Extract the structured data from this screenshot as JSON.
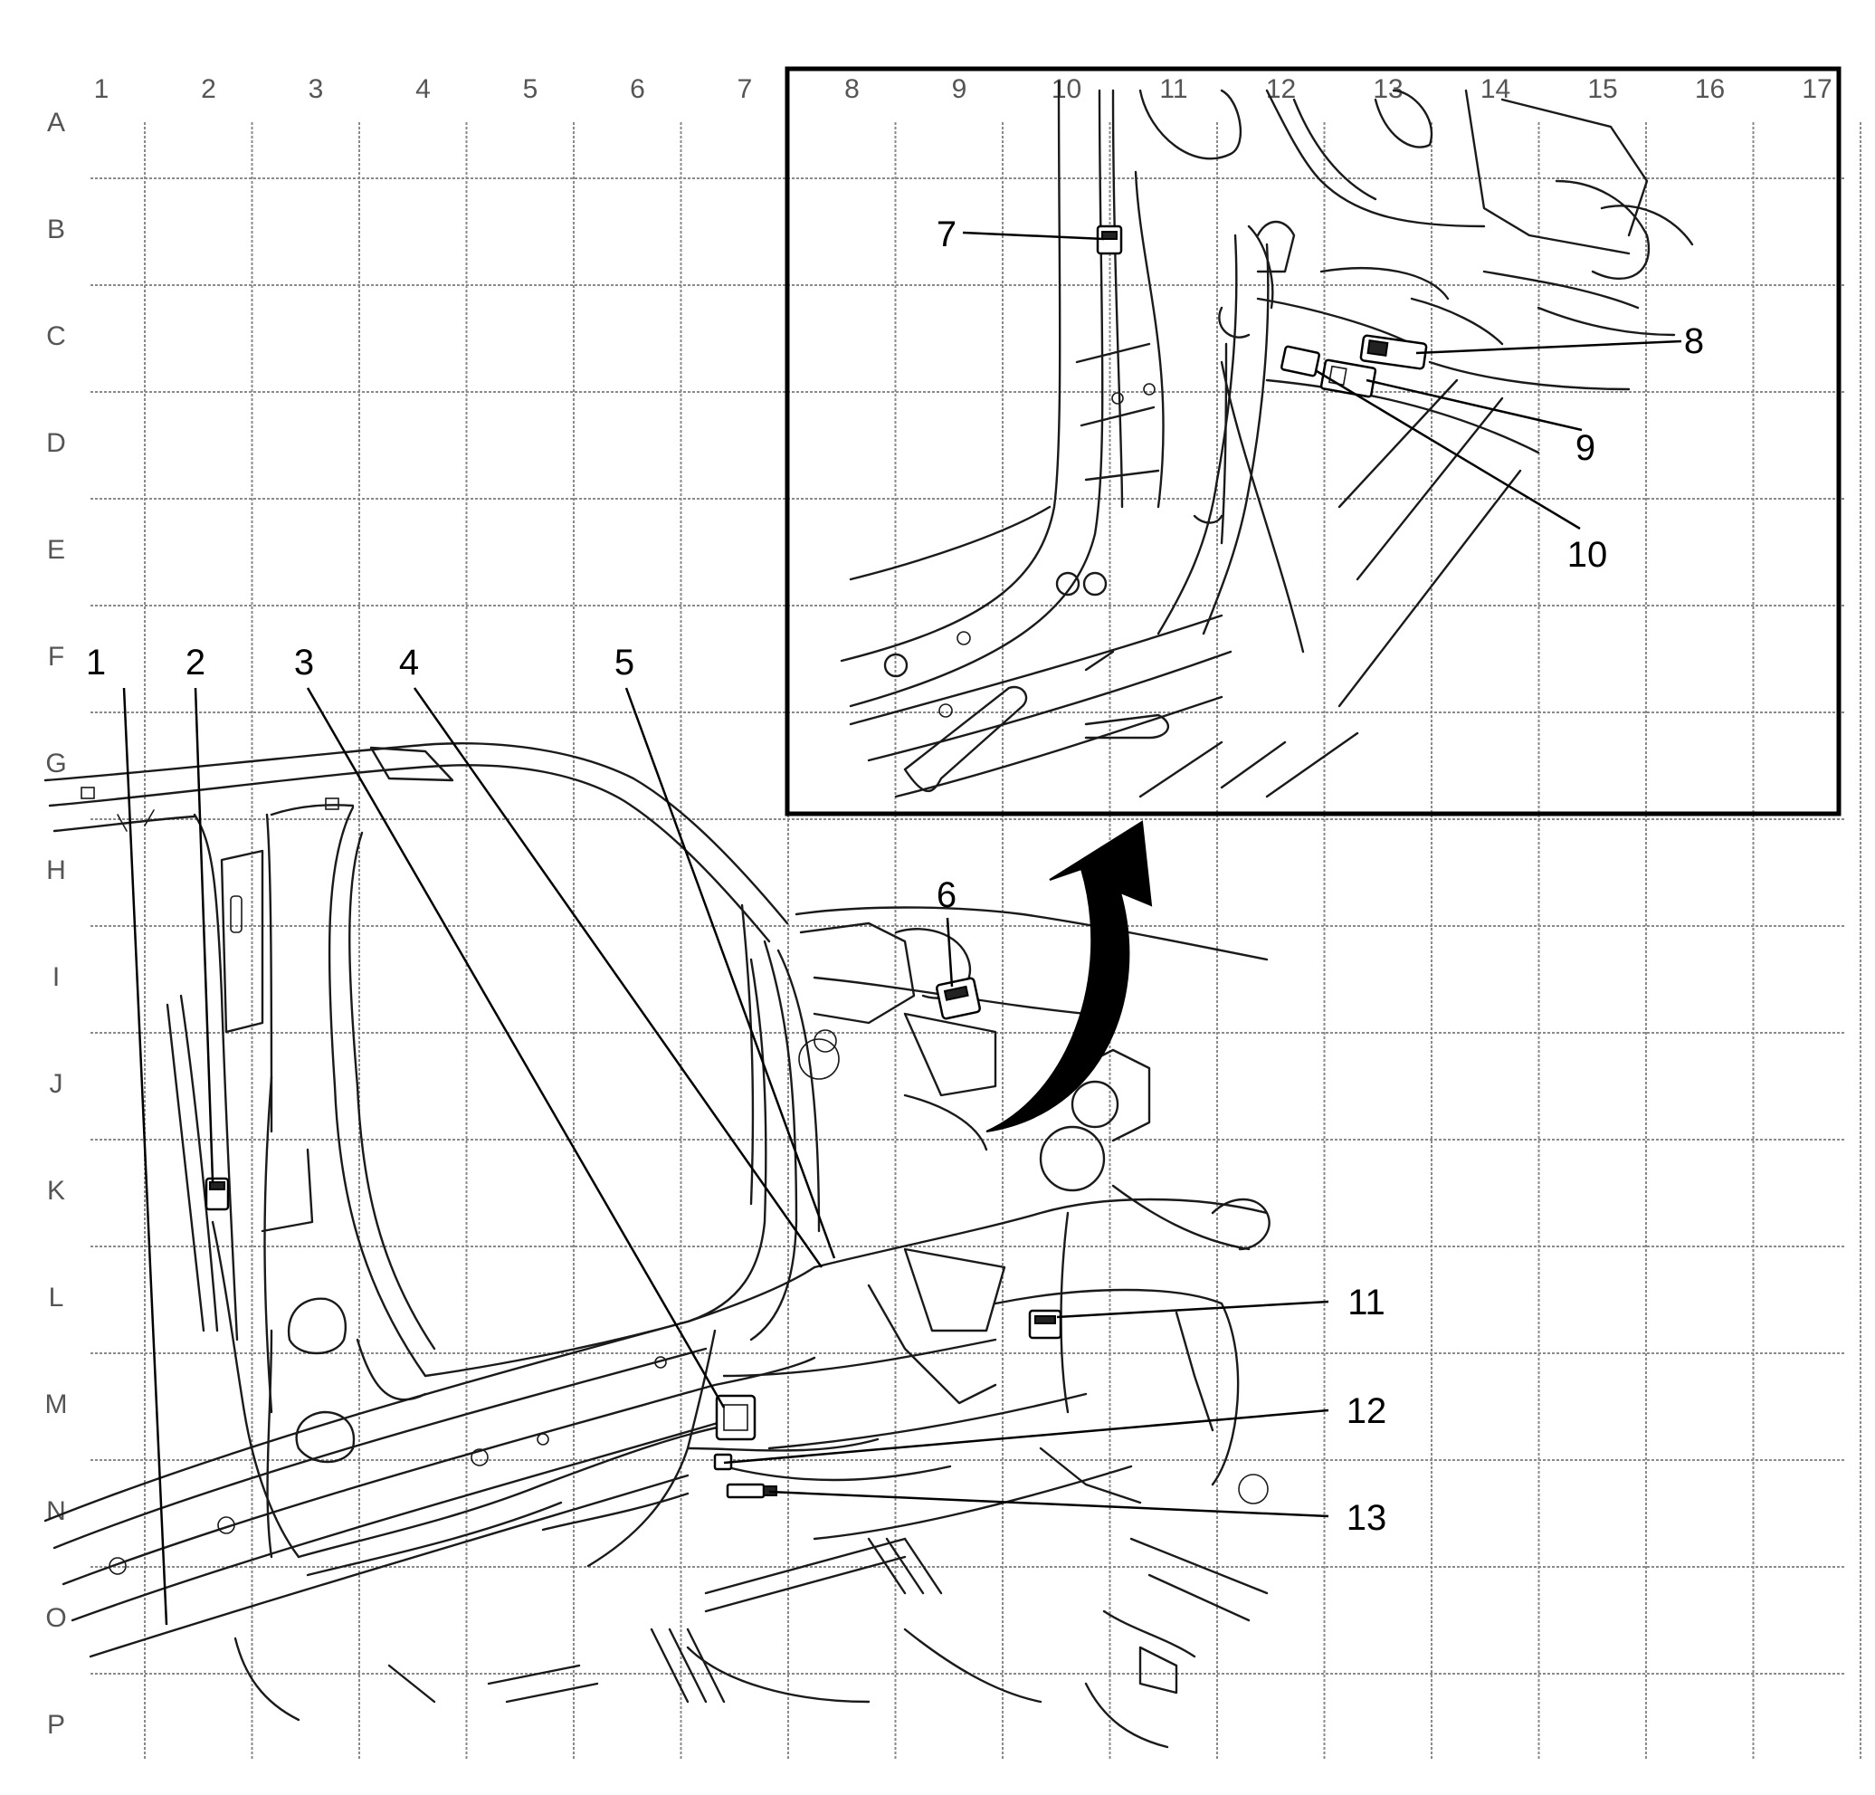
{
  "grid": {
    "columns": [
      "1",
      "2",
      "3",
      "4",
      "5",
      "6",
      "7",
      "8",
      "9",
      "10",
      "11",
      "12",
      "13",
      "14",
      "15",
      "16",
      "17"
    ],
    "rows": [
      "A",
      "B",
      "C",
      "D",
      "E",
      "F",
      "G",
      "H",
      "I",
      "J",
      "K",
      "L",
      "M",
      "N",
      "O",
      "P"
    ]
  },
  "callouts": [
    {
      "id": "1",
      "label": "1"
    },
    {
      "id": "2",
      "label": "2"
    },
    {
      "id": "3",
      "label": "3"
    },
    {
      "id": "4",
      "label": "4"
    },
    {
      "id": "5",
      "label": "5"
    },
    {
      "id": "6",
      "label": "6"
    },
    {
      "id": "7",
      "label": "7"
    },
    {
      "id": "8",
      "label": "8"
    },
    {
      "id": "9",
      "label": "9"
    },
    {
      "id": "10",
      "label": "10"
    },
    {
      "id": "11",
      "label": "11"
    },
    {
      "id": "12",
      "label": "12"
    },
    {
      "id": "13",
      "label": "13"
    }
  ]
}
